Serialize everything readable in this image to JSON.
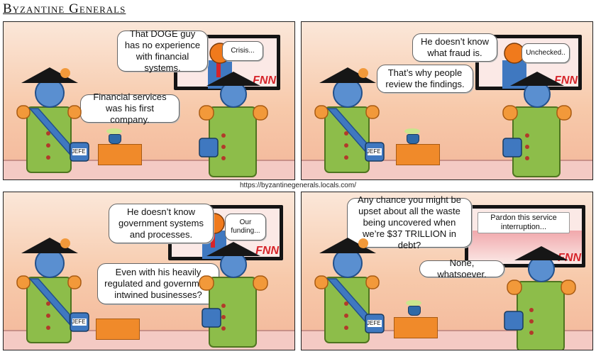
{
  "comic": {
    "title": "Byzantine Generals",
    "url": "https://byzantinegenerals.locals.com/",
    "mug_label": "JEFE",
    "tv_logo": "FNN"
  },
  "panels": [
    {
      "tv_bubble": "Crisis...",
      "speech_1": "That DOGE guy has no experience with financial systems.",
      "speech_2": "Financial services was his first company."
    },
    {
      "tv_bubble": "Unchecked..",
      "speech_1": "He doesn’t know what fraud is.",
      "speech_2": "That’s why people review the findings."
    },
    {
      "tv_bubble": "Our funding...",
      "speech_1": "He doesn’t know government systems and processes.",
      "speech_2": "Even with his heavily regulated and government intwined businesses?"
    },
    {
      "tv_sign": "Pardon this service interruption...",
      "speech_1": "Any chance you might be upset about all the waste being uncovered when we’re $37 TRILLION in debt?",
      "speech_2": "None, whatsoever."
    }
  ],
  "colors": {
    "body_green": "#8dbd4a",
    "sash_blue": "#3f78c0",
    "hat_black": "#161616",
    "head_blue": "#5a8fd0",
    "orange": "#f2993a",
    "anchor_orange": "#f07a1c"
  }
}
